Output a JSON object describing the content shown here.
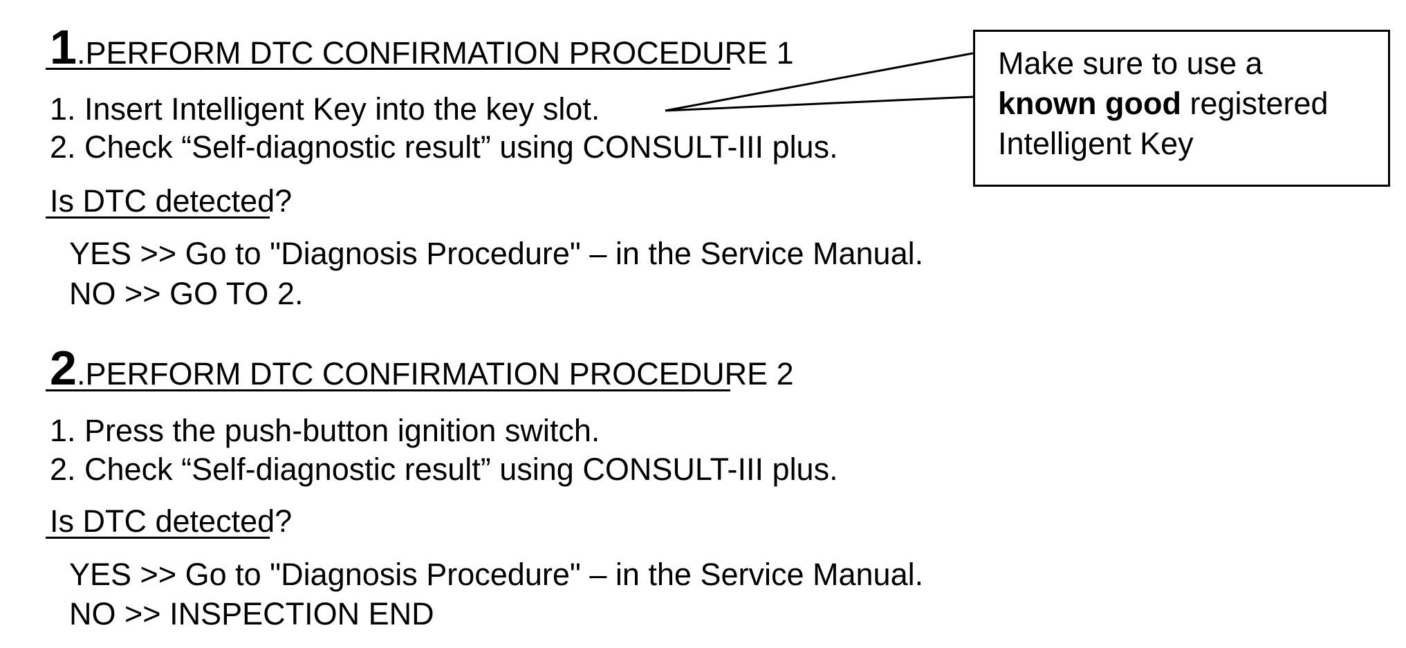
{
  "steps": [
    {
      "number": "1",
      "title": ".PERFORM DTC CONFIRMATION PROCEDURE 1",
      "instructions": [
        "1. Insert Intelligent Key into the key slot.",
        "2. Check “Self-diagnostic result” using CONSULT-III plus."
      ],
      "question": "Is DTC detected?",
      "yes": "YES >> Go to \"Diagnosis Procedure\" – in the Service Manual.",
      "no": "NO >> GO TO 2."
    },
    {
      "number": "2",
      "title": ".PERFORM DTC CONFIRMATION PROCEDURE 2",
      "instructions": [
        "1. Press the push-button ignition switch.",
        "2. Check “Self-diagnostic result” using CONSULT-III plus."
      ],
      "question": "Is DTC detected?",
      "yes": "YES >> Go to \"Diagnosis Procedure\" – in the Service Manual.",
      "no": "NO >> INSPECTION END"
    }
  ],
  "callout": {
    "line1": "Make sure to use a",
    "bold": "known good",
    "line2_rest": " registered",
    "line3": "Intelligent Key"
  }
}
